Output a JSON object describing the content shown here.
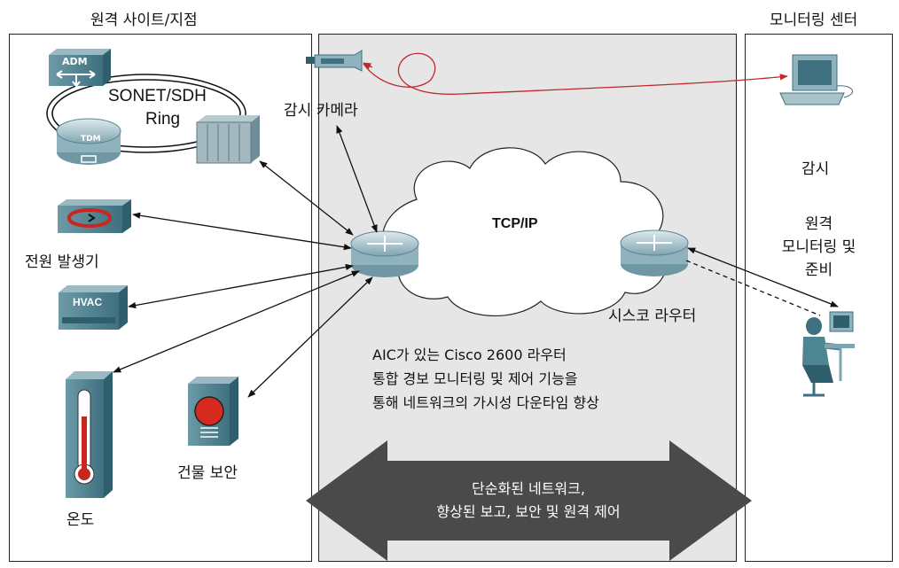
{
  "headers": {
    "left": "원격 사이트/지점",
    "right": "모니터링 센터"
  },
  "left_devices": {
    "adm": "ADM",
    "tdm": "TDM",
    "ring_line1": "SONET/SDH",
    "ring_line2": "Ring",
    "generator": "전원 발생기",
    "hvac": "HVAC",
    "thermometer": "온도",
    "building_security": "건물 보안"
  },
  "center": {
    "camera": "감시 카메라",
    "network": "TCP/IP",
    "cisco_router": "시스코 라우터",
    "desc_line1": "AIC가 있는 Cisco 2600 라우터",
    "desc_line2": "통합 경보 모니터링 및 제어 기능을",
    "desc_line3": "통해 네트워크의 가시성 다운타임 향상",
    "banner_line1": "단순화된 네트워크,",
    "banner_line2": "향상된 보고, 보안 및 원격 제어"
  },
  "right": {
    "monitoring": "감시",
    "remote_line1": "원격",
    "remote_line2": "모니터링 및",
    "remote_line3": "준비"
  },
  "colors": {
    "panel_gray": "#e6e6e6",
    "device_teal": "#4e8592",
    "router_body": "#a9c3cb",
    "banner": "#4a4a4a",
    "camera_link": "#c0282c",
    "alarm_red": "#d62a1e"
  }
}
